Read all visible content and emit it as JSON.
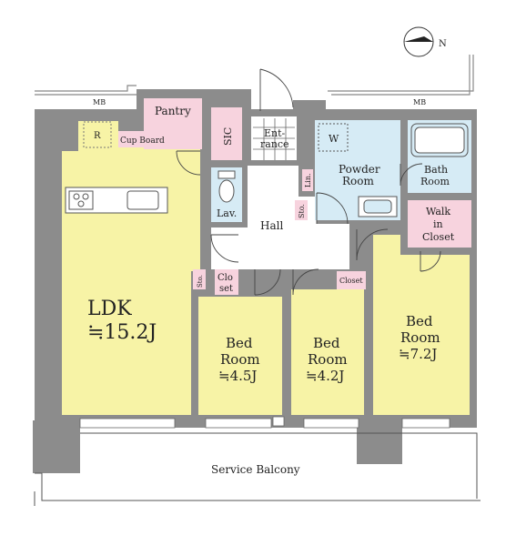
{
  "compass": {
    "label": "N",
    "icon": "north-arrow-icon"
  },
  "markers": {
    "mb_left": "MB",
    "mb_right": "MB"
  },
  "rooms": {
    "pantry": "Pantry",
    "sic": "SIC",
    "cup_board": "Cup Board",
    "refrigerator_mark": "R",
    "entrance_line1": "Ent-",
    "entrance_line2": "rance",
    "washer_mark": "W",
    "powder_room_line1": "Powder",
    "powder_room_line2": "Room",
    "bath_room_line1": "Bath",
    "bath_room_line2": "Room",
    "lav": "Lav.",
    "hall": "Hall",
    "lin": "Lin.",
    "sto_hall": "Sto.",
    "walk_in_closet_line1": "Walk",
    "walk_in_closet_line2": "in",
    "walk_in_closet_line3": "Closet",
    "ldk_line1": "LDK",
    "ldk_line2": "≒15.2J",
    "sto_ldk": "Sto.",
    "closet_small_line1": "Clo",
    "closet_small_line2": "set",
    "closet_right": "Closet",
    "bed1_line1": "Bed",
    "bed1_line2": "Room",
    "bed1_line3": "≒4.5J",
    "bed2_line1": "Bed",
    "bed2_line2": "Room",
    "bed2_line3": "≒4.2J",
    "bed3_line1": "Bed",
    "bed3_line2": "Room",
    "bed3_line3": "≒7.2J",
    "service_balcony": "Service Balcony"
  },
  "colors": {
    "wall": "#8c8c8c",
    "wall_dark": "#6e6e6e",
    "living": "#f7f3a6",
    "wet": "#d6ebf5",
    "storage": "#f7d3de",
    "corridor": "#ffffff"
  }
}
